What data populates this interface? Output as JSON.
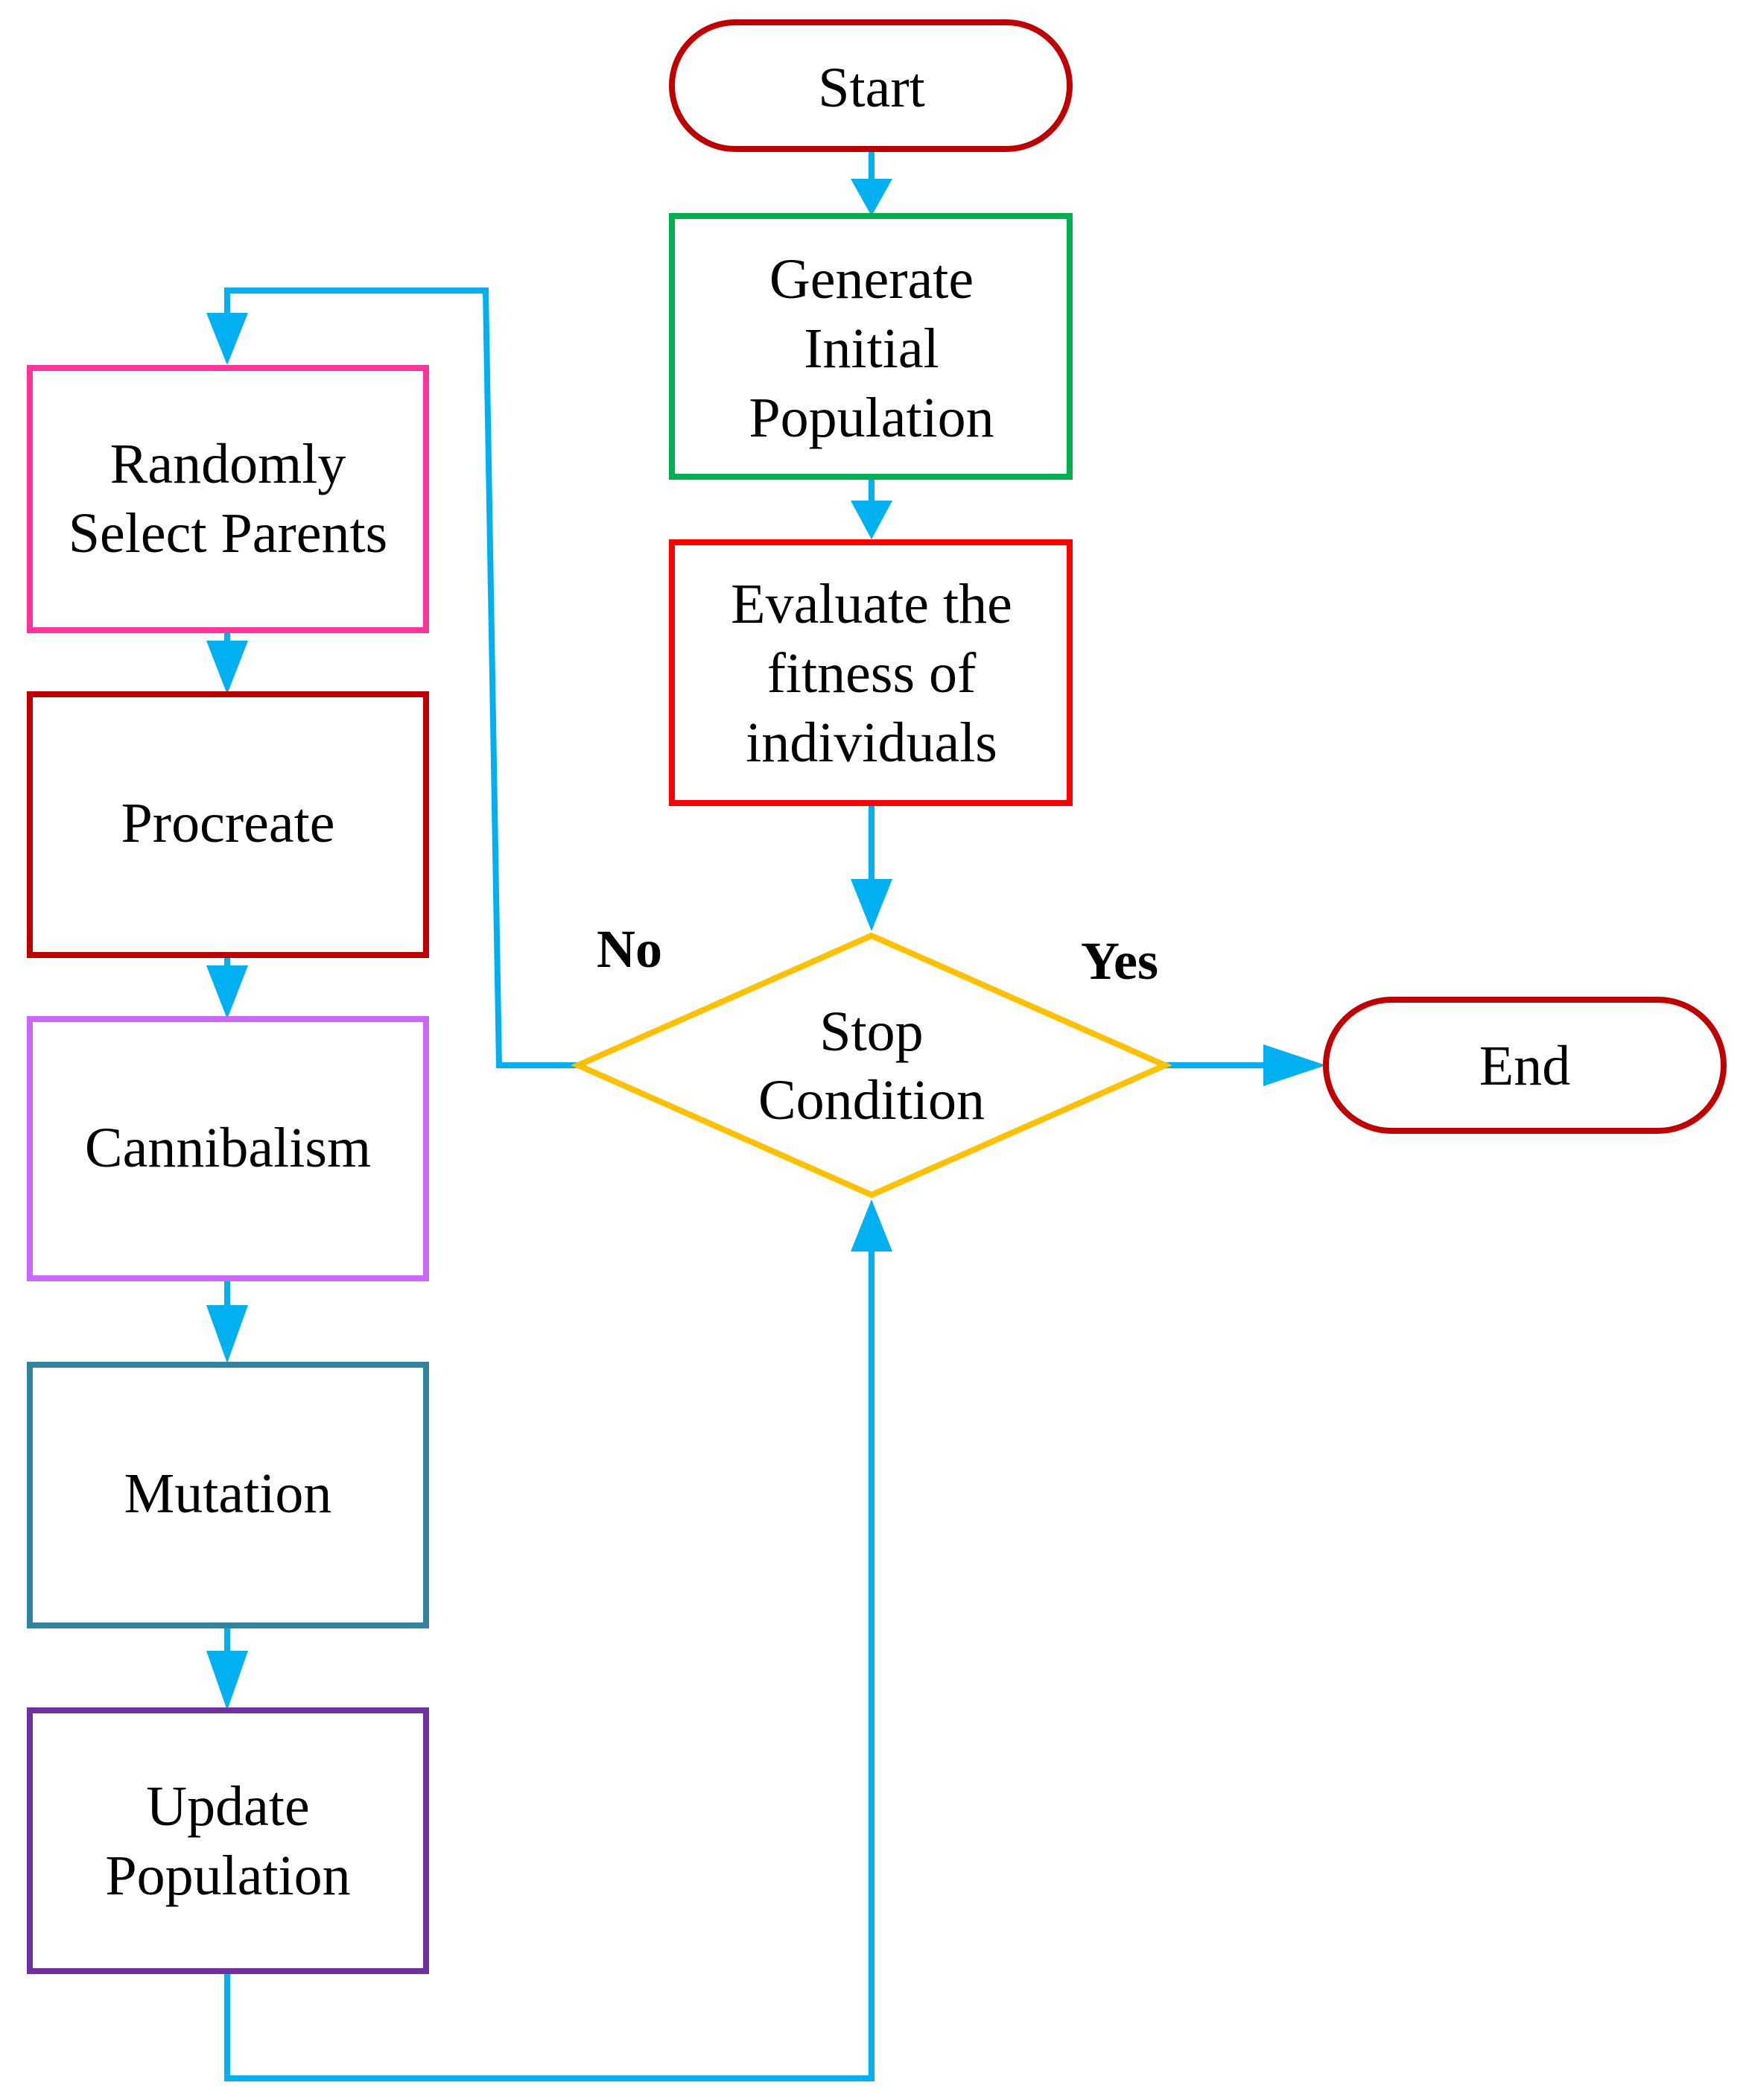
{
  "nodes": {
    "start": {
      "lines": [
        "Start"
      ],
      "color": "#c00000"
    },
    "generate": {
      "lines": [
        "Generate",
        "Initial",
        "Population"
      ],
      "color": "#00b050"
    },
    "evaluate": {
      "lines": [
        "Evaluate the",
        "fitness of",
        "individuals"
      ],
      "color": "#ff0000"
    },
    "stop": {
      "lines": [
        "Stop",
        "Condition"
      ],
      "color": "#ffc000"
    },
    "end": {
      "lines": [
        "End"
      ],
      "color": "#c00000"
    },
    "select": {
      "lines": [
        "Randomly",
        "Select Parents"
      ],
      "color": "#ff3399"
    },
    "procreate": {
      "lines": [
        "Procreate"
      ],
      "color": "#c00000"
    },
    "cannibalism": {
      "lines": [
        "Cannibalism"
      ],
      "color": "#cc66ff"
    },
    "mutation": {
      "lines": [
        "Mutation"
      ],
      "color": "#31849b"
    },
    "update": {
      "lines": [
        "Update",
        "Population"
      ],
      "color": "#7030a0"
    }
  },
  "labels": {
    "no": "No",
    "yes": "Yes"
  },
  "colors": {
    "connector": "#00b0f0",
    "text": "#000000",
    "background": "#ffffff"
  }
}
